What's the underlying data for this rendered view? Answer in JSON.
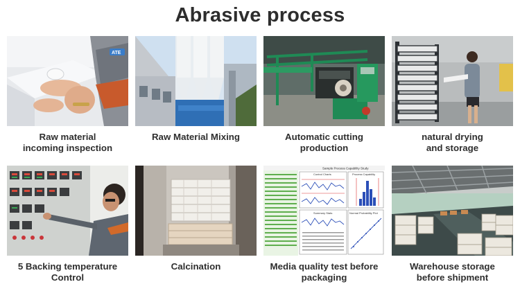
{
  "title": "Abrasive process",
  "steps": [
    {
      "line1": "Raw material",
      "line2": "incoming inspection"
    },
    {
      "line1": "Raw Material Mixing",
      "line2": ""
    },
    {
      "line1": "Automatic cutting",
      "line2": "production"
    },
    {
      "line1": "natural drying",
      "line2": "and storage"
    },
    {
      "line1": "5 Backing temperature",
      "line2": "Control"
    },
    {
      "line1": "Calcination",
      "line2": ""
    },
    {
      "line1": "Media quality test before",
      "line2": "packaging"
    },
    {
      "line1": "Warehouse storage",
      "line2": "before shipment"
    }
  ],
  "photo_text": {
    "brand_mark": "ATE",
    "chart_header": "Sample Process Capability Study",
    "panel_control": "Control Charts",
    "panel_capability": "Process Capability",
    "panel_normal": "Normal Probability Plot",
    "panel_stats": "Summary Stats"
  }
}
